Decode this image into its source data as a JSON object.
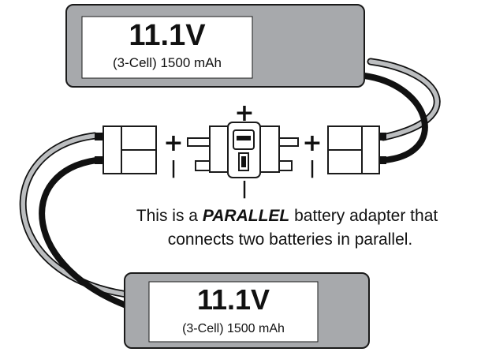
{
  "battery_top": {
    "voltage": "11.1V",
    "spec": "(3-Cell) 1500 mAh"
  },
  "battery_bottom": {
    "voltage": "11.1V",
    "spec": "(3-Cell) 1500 mAh"
  },
  "polarity": {
    "positive": "+",
    "negative": "|"
  },
  "caption": {
    "line1_before": "This is a ",
    "line1_emph": "PARALLEL",
    "line1_after": " battery adapter that",
    "line2": "connects two batteries in parallel."
  },
  "colors": {
    "battery_body": "#a7a9ac",
    "wire_gray": "#bcbec0",
    "wire_black": "#111111",
    "outline": "#1a1a1a"
  }
}
